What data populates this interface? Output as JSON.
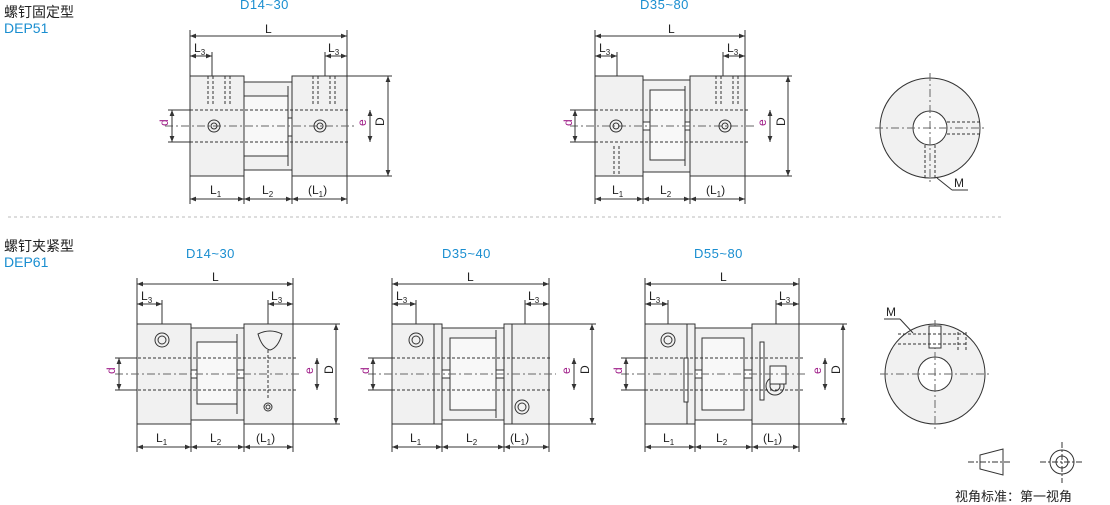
{
  "sections": [
    {
      "title": "螺钉固定型",
      "code": "DEP51",
      "views": [
        {
          "range": "D14~30"
        },
        {
          "range": "D35~80"
        }
      ]
    },
    {
      "title": "螺钉夹紧型",
      "code": "DEP61",
      "views": [
        {
          "range": "D14~30"
        },
        {
          "range": "D35~40"
        },
        {
          "range": "D55~80"
        }
      ]
    }
  ],
  "dims": {
    "L": "L",
    "L3": "L",
    "L3_sub": "3",
    "L1": "L",
    "L1_sub": "1",
    "L2": "L",
    "L2_sub": "2",
    "L1p_open": "(L",
    "L1p_sub": "1",
    "L1p_close": ")",
    "d": "d",
    "e": "e",
    "D": "D",
    "M": "M"
  },
  "view_standard": "视角标准：第一视角",
  "colors": {
    "accent": "#1a8ed0",
    "magenta": "#a0208a",
    "line": "#333333",
    "fill": "#f1f1f1"
  }
}
